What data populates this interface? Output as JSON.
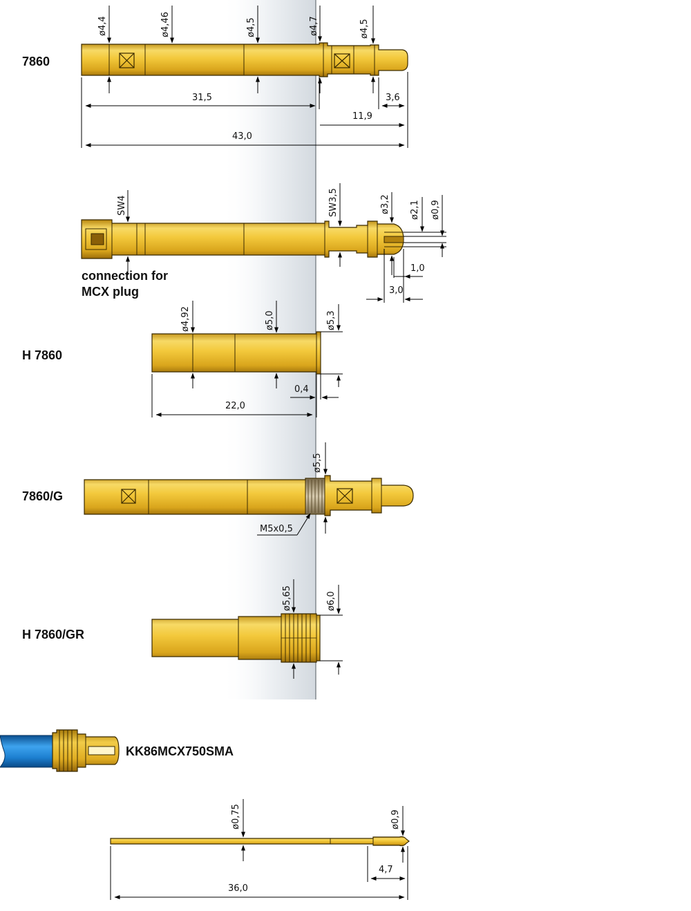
{
  "colors": {
    "gold_light": "#f6d45a",
    "gold_mid": "#e6b426",
    "gold_dark": "#a8780c",
    "cable_blue": "#1d86d8",
    "backdrop": "#d7dde3"
  },
  "parts": {
    "p7860": {
      "label": "7860",
      "d1": "ø4,4",
      "d2": "ø4,46",
      "d3": "ø4,5",
      "d4": "ø4,7",
      "d5": "ø4,5",
      "l1": "31,5",
      "l2": "3,6",
      "l3": "11,9",
      "l4": "43,0"
    },
    "p7860side": {
      "sw1": "SW4",
      "sw2": "SW3,5",
      "d1": "ø3,2",
      "d2": "ø2,1",
      "d3": "ø0,9",
      "l1": "1,0",
      "l2": "3,0",
      "note1": "connection for",
      "note2": "MCX plug"
    },
    "h7860": {
      "label": "H 7860",
      "d1": "ø4,92",
      "d2": "ø5,0",
      "d3": "ø5,3",
      "l1": "0,4",
      "l2": "22,0"
    },
    "p7860g": {
      "label": "7860/G",
      "d1": "ø5,5",
      "thread": "M5x0,5"
    },
    "h7860gr": {
      "label": "H 7860/GR",
      "d1": "ø5,65",
      "d2": "ø6,0"
    },
    "cable": {
      "label": "KK86MCX750SMA"
    },
    "pin": {
      "d1": "ø0,75",
      "d2": "ø0,9",
      "l1": "4,7",
      "l2": "36,0"
    }
  }
}
